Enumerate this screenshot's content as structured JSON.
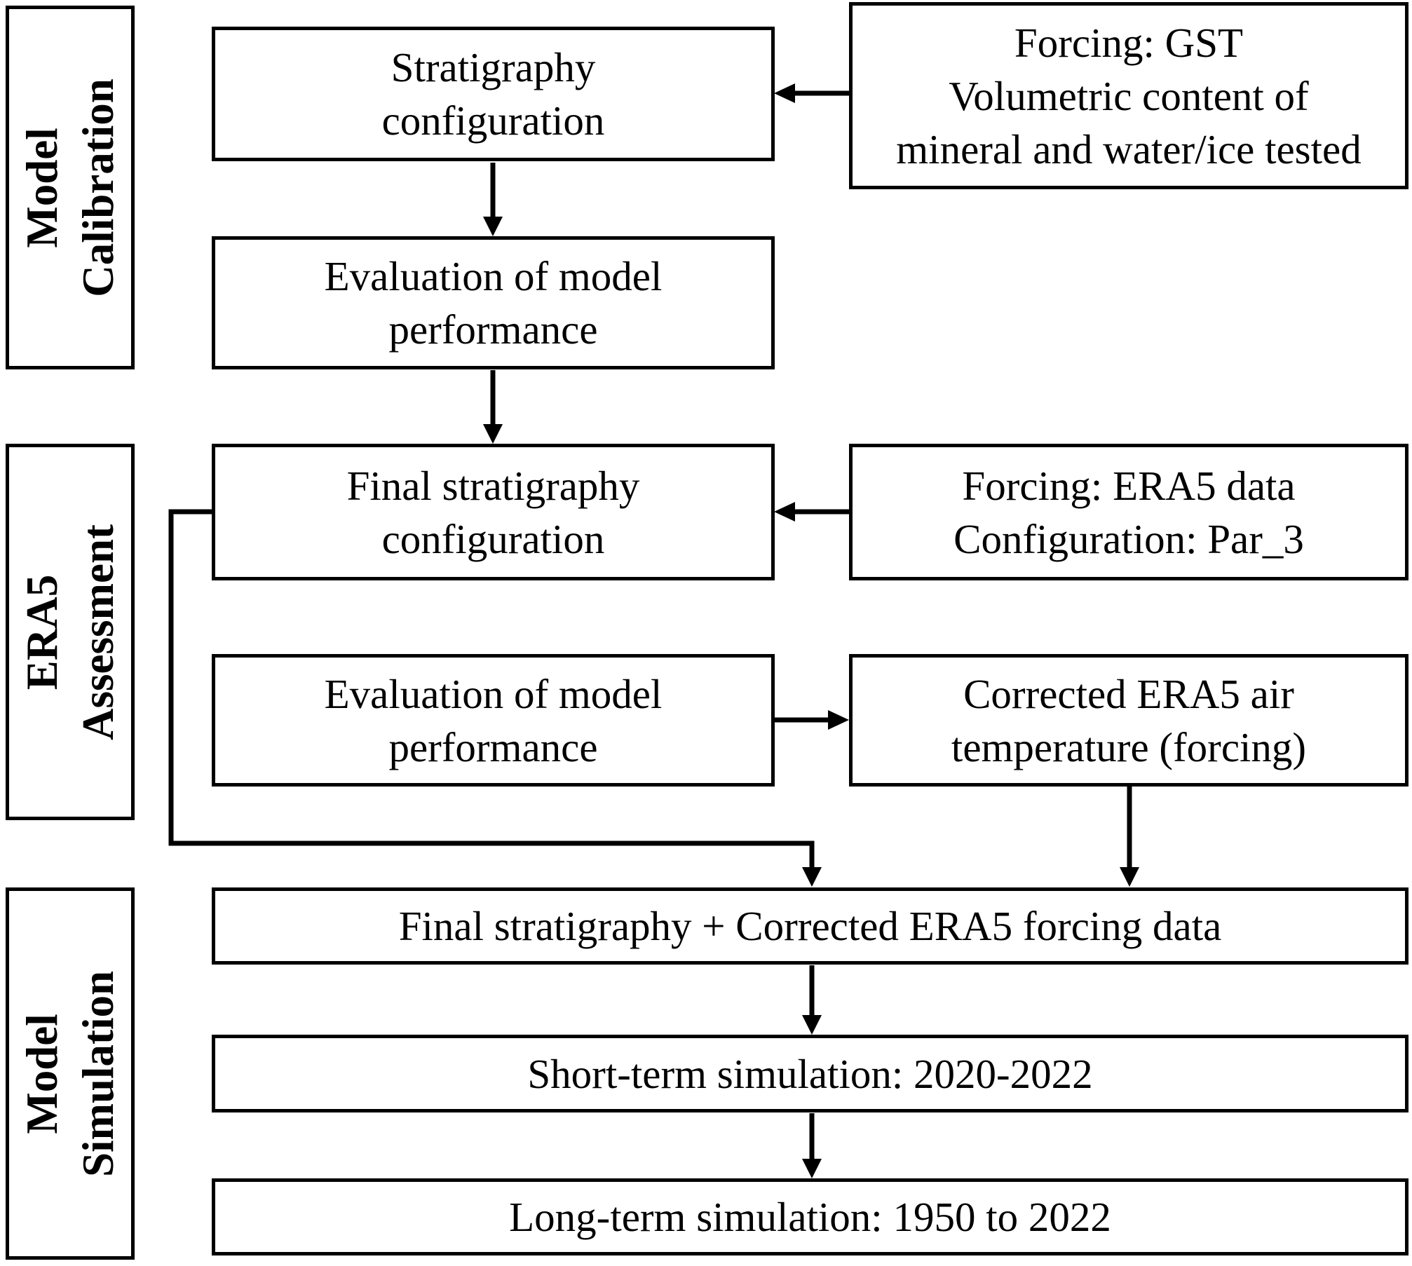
{
  "colors": {
    "background": "#ffffff",
    "box_fill": "#ffffff",
    "box_border": "#000000",
    "text": "#000000",
    "arrow": "#000000"
  },
  "sections": [
    {
      "label_lines": [
        "Model",
        "Calibration"
      ]
    },
    {
      "label_lines": [
        "ERA5",
        "Assessment"
      ]
    },
    {
      "label_lines": [
        "Model",
        "Simulation"
      ]
    }
  ],
  "nodes": {
    "stratigraphy_config": {
      "lines": [
        "Stratigraphy",
        "configuration"
      ]
    },
    "forcing_gst": {
      "lines": [
        "Forcing: GST",
        "Volumetric content of",
        "mineral and water/ice tested"
      ]
    },
    "evaluation_1": {
      "lines": [
        "Evaluation of model",
        "performance"
      ]
    },
    "final_strat_config": {
      "lines": [
        "Final stratigraphy",
        "configuration"
      ]
    },
    "forcing_era5": {
      "lines": [
        "Forcing: ERA5 data",
        "Configuration: Par_3"
      ]
    },
    "evaluation_2": {
      "lines": [
        "Evaluation of model",
        "performance"
      ]
    },
    "corrected_era5": {
      "lines": [
        "Corrected ERA5 air",
        "temperature (forcing)"
      ]
    },
    "final_plus_corrected": {
      "lines": [
        "Final stratigraphy + Corrected ERA5 forcing data"
      ]
    },
    "short_term": {
      "lines": [
        "Short-term simulation: 2020-2022"
      ]
    },
    "long_term": {
      "lines": [
        "Long-term simulation: 1950 to 2022"
      ]
    }
  }
}
